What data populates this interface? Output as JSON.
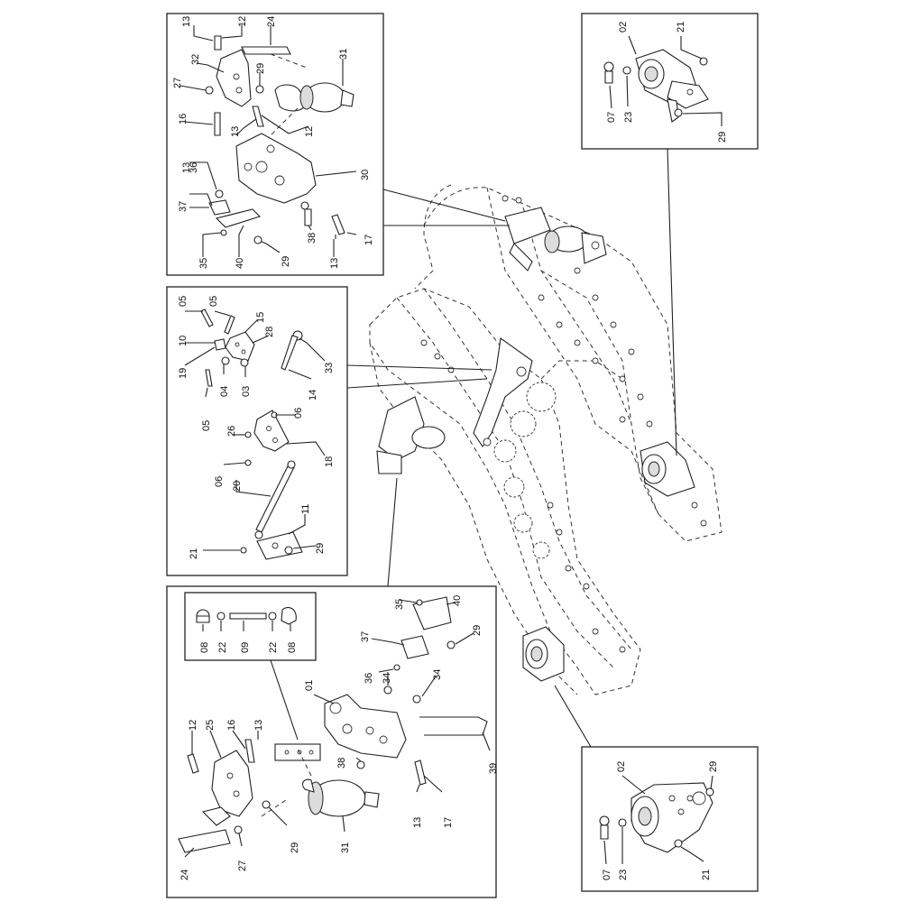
{
  "panels": {
    "top_left": {
      "labels": [
        {
          "id": "tl-13a",
          "text": "13"
        },
        {
          "id": "tl-12a",
          "text": "12"
        },
        {
          "id": "tl-24",
          "text": "24"
        },
        {
          "id": "tl-32",
          "text": "32"
        },
        {
          "id": "tl-27",
          "text": "27"
        },
        {
          "id": "tl-29a",
          "text": "29"
        },
        {
          "id": "tl-31",
          "text": "31"
        },
        {
          "id": "tl-16",
          "text": "16"
        },
        {
          "id": "tl-13b",
          "text": "13"
        },
        {
          "id": "tl-12b",
          "text": "12"
        },
        {
          "id": "tl-13c",
          "text": "13"
        },
        {
          "id": "tl-36",
          "text": "36"
        },
        {
          "id": "tl-30",
          "text": "30"
        },
        {
          "id": "tl-37",
          "text": "37"
        },
        {
          "id": "tl-38",
          "text": "38"
        },
        {
          "id": "tl-17",
          "text": "17"
        },
        {
          "id": "tl-35",
          "text": "35"
        },
        {
          "id": "tl-40",
          "text": "40"
        },
        {
          "id": "tl-29b",
          "text": "29"
        },
        {
          "id": "tl-13d",
          "text": "13"
        }
      ]
    },
    "top_right": {
      "labels": [
        {
          "id": "tr-02",
          "text": "02"
        },
        {
          "id": "tr-21",
          "text": "21"
        },
        {
          "id": "tr-07",
          "text": "07"
        },
        {
          "id": "tr-23",
          "text": "23"
        },
        {
          "id": "tr-29",
          "text": "29"
        }
      ]
    },
    "middle_left": {
      "labels": [
        {
          "id": "ml-05a",
          "text": "05"
        },
        {
          "id": "ml-05b",
          "text": "05"
        },
        {
          "id": "ml-15",
          "text": "15"
        },
        {
          "id": "ml-10",
          "text": "10"
        },
        {
          "id": "ml-28",
          "text": "28"
        },
        {
          "id": "ml-33",
          "text": "33"
        },
        {
          "id": "ml-19",
          "text": "19"
        },
        {
          "id": "ml-04",
          "text": "04"
        },
        {
          "id": "ml-03",
          "text": "03"
        },
        {
          "id": "ml-14",
          "text": "14"
        },
        {
          "id": "ml-05c",
          "text": "05"
        },
        {
          "id": "ml-06a",
          "text": "06"
        },
        {
          "id": "ml-26",
          "text": "26"
        },
        {
          "id": "ml-18",
          "text": "18"
        },
        {
          "id": "ml-06b",
          "text": "06"
        },
        {
          "id": "ml-20",
          "text": "20"
        },
        {
          "id": "ml-11",
          "text": "11"
        },
        {
          "id": "ml-21",
          "text": "21"
        },
        {
          "id": "ml-29",
          "text": "29"
        }
      ]
    },
    "bottom_left": {
      "labels": [
        {
          "id": "bl-08a",
          "text": "08"
        },
        {
          "id": "bl-22a",
          "text": "22"
        },
        {
          "id": "bl-09",
          "text": "09"
        },
        {
          "id": "bl-22b",
          "text": "22"
        },
        {
          "id": "bl-08b",
          "text": "08"
        },
        {
          "id": "bl-35",
          "text": "35"
        },
        {
          "id": "bl-40",
          "text": "40"
        },
        {
          "id": "bl-37",
          "text": "37"
        },
        {
          "id": "bl-29a",
          "text": "29"
        },
        {
          "id": "bl-01",
          "text": "01"
        },
        {
          "id": "bl-36",
          "text": "36"
        },
        {
          "id": "bl-34a",
          "text": "34"
        },
        {
          "id": "bl-34b",
          "text": "34"
        },
        {
          "id": "bl-12",
          "text": "12"
        },
        {
          "id": "bl-25",
          "text": "25"
        },
        {
          "id": "bl-16",
          "text": "16"
        },
        {
          "id": "bl-13a",
          "text": "13"
        },
        {
          "id": "bl-38",
          "text": "38"
        },
        {
          "id": "bl-39",
          "text": "39"
        },
        {
          "id": "bl-13b",
          "text": "13"
        },
        {
          "id": "bl-17",
          "text": "17"
        },
        {
          "id": "bl-29b",
          "text": "29"
        },
        {
          "id": "bl-31",
          "text": "31"
        },
        {
          "id": "bl-24",
          "text": "24"
        },
        {
          "id": "bl-27",
          "text": "27"
        }
      ]
    },
    "bottom_right": {
      "labels": [
        {
          "id": "br-02",
          "text": "02"
        },
        {
          "id": "br-29",
          "text": "29"
        },
        {
          "id": "br-07",
          "text": "07"
        },
        {
          "id": "br-23",
          "text": "23"
        },
        {
          "id": "br-21",
          "text": "21"
        }
      ]
    }
  }
}
